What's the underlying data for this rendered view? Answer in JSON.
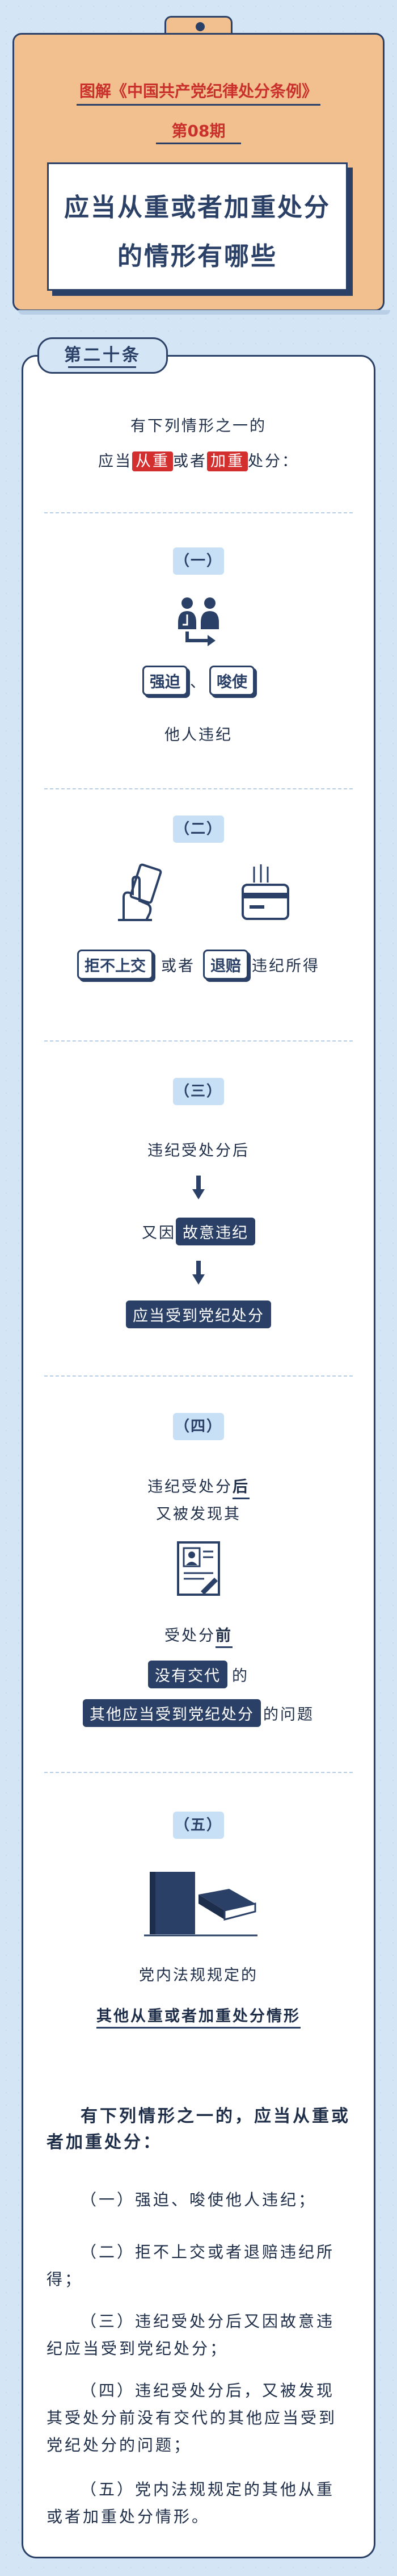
{
  "header": {
    "series": "图解《中国共产党纪律处分条例》",
    "issue": "第08期",
    "title_line1": "应当从重或者加重处分",
    "title_line2": "的情形有哪些"
  },
  "article": {
    "tag": "第二十条"
  },
  "intro": {
    "line1": "有下列情形之一的",
    "line2_prefix": "应当",
    "tag1": "从重",
    "or": "或者",
    "tag2": "加重",
    "line2_suffix": "处分："
  },
  "sections": [
    {
      "badge": "（一）",
      "word1": "强迫",
      "sep": "、",
      "word2": "唆使",
      "caption": "他人违纪"
    },
    {
      "badge": "（二）",
      "word1": "拒不上交",
      "or": "或者",
      "word2": "退赔",
      "suffix": "违纪所得"
    },
    {
      "badge": "（三）",
      "line1": "违纪受处分后",
      "line2_prefix": "又因",
      "line2_box": "故意违纪",
      "line3_box": "应当受到党纪处分"
    },
    {
      "badge": "（四）",
      "line1_prefix": "违纪受处分",
      "line1_emph": "后",
      "line2": "又被发现其",
      "line3_prefix": "受处分",
      "line3_emph": "前",
      "line4_box": "没有交代",
      "line4_suffix": "的",
      "line5_box": "其他应当受到党纪处分",
      "line5_suffix": "的问题"
    },
    {
      "badge": "（五）",
      "line1": "党内法规规定的",
      "line2": "其他从重或者加重处分情形"
    }
  ],
  "summary": {
    "title": "有下列情形之一的，应当从重或者加重处分：",
    "items": [
      "（一）强迫、唆使他人违纪；",
      "（二）拒不上交或者退赔违纪所得；",
      "（三）违纪受处分后又因故意违纪应当受到党纪处分；",
      "（四）违纪受处分后，又被发现其受处分前没有交代的其他应当受到党纪处分的问题；",
      "（五）党内法规规定的其他从重或者加重处分情形。"
    ]
  },
  "icons": [
    "people-arrow-icon",
    "hand-card-icon",
    "wallet-card-icon",
    "document-icon",
    "book-icon"
  ],
  "colors": {
    "navy": "#2b4066",
    "red": "#d32f2f",
    "orange": "#f2bf8f",
    "background": "#d4e6f6",
    "badge": "#c8e0f6"
  }
}
